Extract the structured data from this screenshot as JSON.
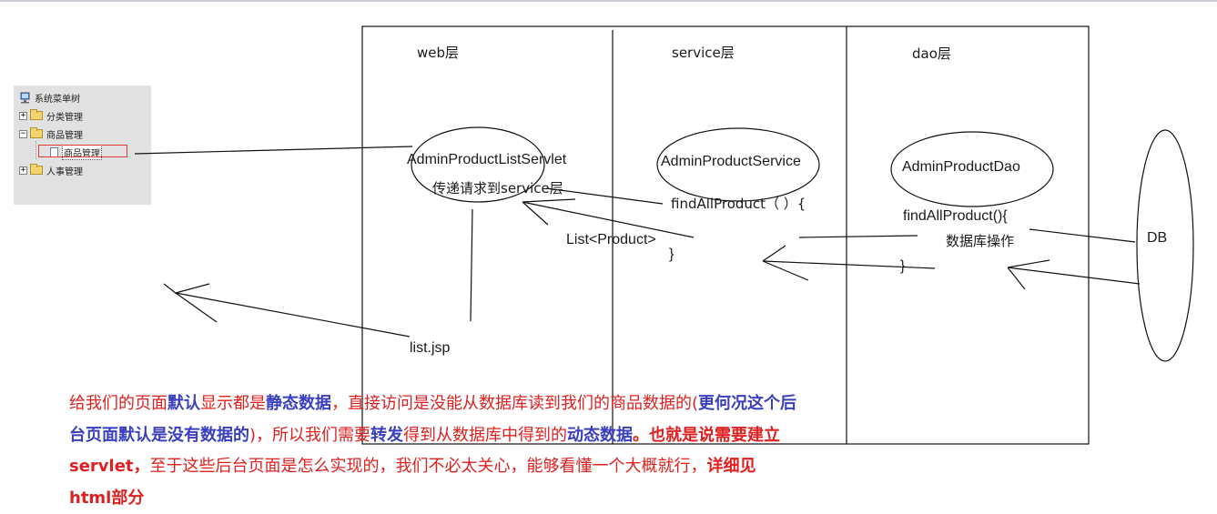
{
  "tree": {
    "root": "系统菜单树",
    "items": [
      {
        "label": "分类管理",
        "state": "collapsed"
      },
      {
        "label": "商品管理",
        "state": "expanded"
      },
      {
        "label": "商品管理",
        "state": "leaf-selected"
      },
      {
        "label": "人事管理",
        "state": "collapsed"
      }
    ]
  },
  "layers": {
    "web": "web层",
    "service": "service层",
    "dao": "dao层"
  },
  "nodes": {
    "servlet": "AdminProductListServlet",
    "servlet_note": "传递请求到service层",
    "service": "AdminProductService",
    "service_method": "findAllProduct（ ）{",
    "service_return": "List<Product>",
    "service_close": "}",
    "dao": "AdminProductDao",
    "dao_method": "findAllProduct(){",
    "dao_note": "数据库操作",
    "dao_close": "}",
    "db": "DB",
    "jsp": "list.jsp"
  },
  "caption": {
    "s1": "给我们的页面",
    "s2": "默认",
    "s3": "显示都是",
    "s4": "静态数据",
    "s5": "，直接访问是没能从数据库读到我们的商品数据的(",
    "s6": "更何况这个后台页面默认是没有数据的",
    "s7": ")，所以我们需要",
    "s8": "转发",
    "s9": "得到从数据库中得到的",
    "s10": "动态数据",
    "s11": "。也就是说需要建立servlet，",
    "s12": "至于这些后台页面是怎么实现的，我们不必太关心，能够看懂一个大概就行，",
    "s13": "详细见html部分"
  },
  "colors": {
    "caption_red": "#e02020",
    "caption_blue": "#3a3fc0",
    "selection_box": "#e23a3a",
    "tree_bg": "#e1e1e1"
  }
}
